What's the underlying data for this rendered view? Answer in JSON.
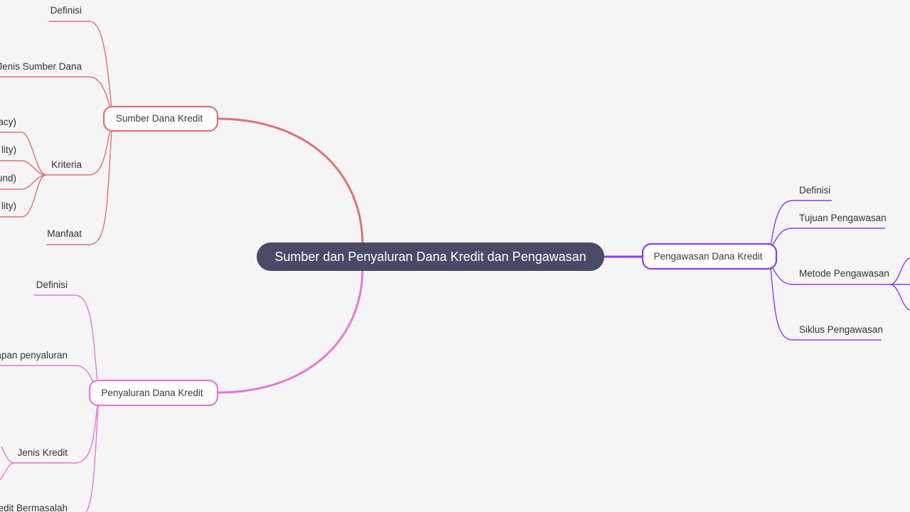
{
  "central": {
    "label": "Sumber dan Penyaluran Dana Kredit dan Pengawasan"
  },
  "colors": {
    "central": "#484a66",
    "sumber": "#e07272",
    "penyaluran": "#ea77d2",
    "pengawasan": "#8a3ef0",
    "background": "#f5f5f5"
  },
  "sumber": {
    "label": "Sumber Dana Kredit",
    "children": [
      "Definisi",
      "Jenis Sumber Dana",
      "Kriteria",
      "Manfaat"
    ],
    "kriteria_children": [
      "acy)",
      "lity)",
      "und)",
      "lity)"
    ]
  },
  "penyaluran": {
    "label": "Penyaluran Dana Kredit",
    "children": [
      "Definisi",
      "apan penyaluran",
      "Jenis Kredit",
      "edit Bermasalah"
    ]
  },
  "pengawasan": {
    "label": "Pengawasan Dana Kredit",
    "children": [
      "Definisi",
      "Tujuan Pengawasan",
      "Metode Pengawasan",
      "Siklus Pengawasan"
    ]
  }
}
